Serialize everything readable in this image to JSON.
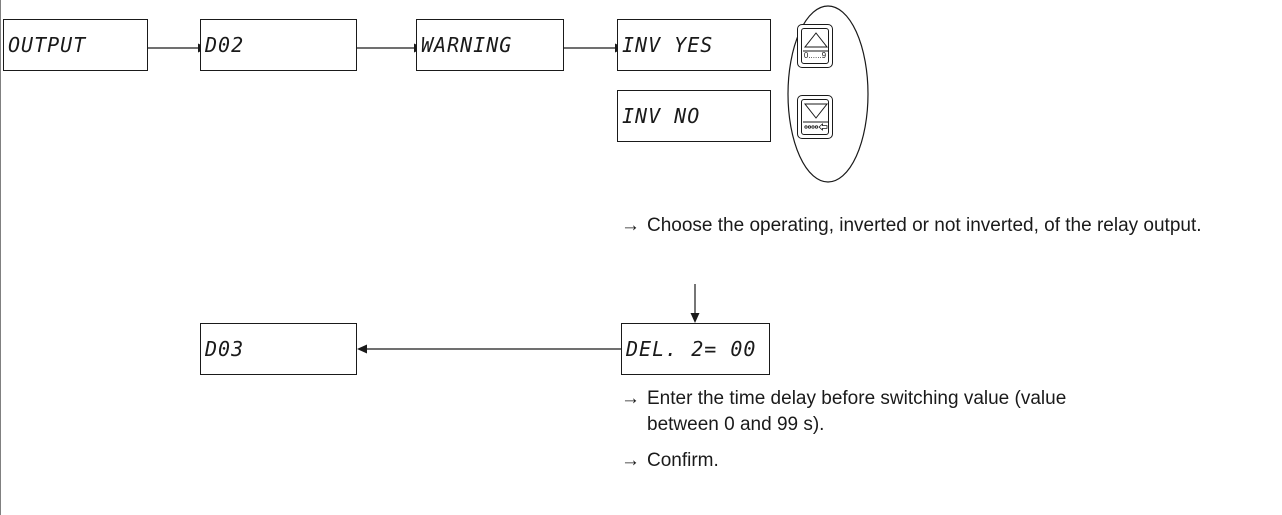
{
  "displays": {
    "output": "OUTPUT",
    "d02": "D02",
    "warning": "WARNING",
    "inv_yes": "INV YES",
    "inv_no": "INV NO",
    "delay": "DEL. 2= 00",
    "d03": "D03"
  },
  "keypad": {
    "up_key_label": "0......9",
    "down_key_icon": "dots-and-arrow-icon"
  },
  "notes": {
    "arrow_glyph": "→",
    "choose_operating": "Choose the operating, inverted or not inverted, of the relay output.",
    "enter_delay": "Enter the time delay before switching value (value between 0 and 99 s).",
    "confirm": "Confirm."
  }
}
